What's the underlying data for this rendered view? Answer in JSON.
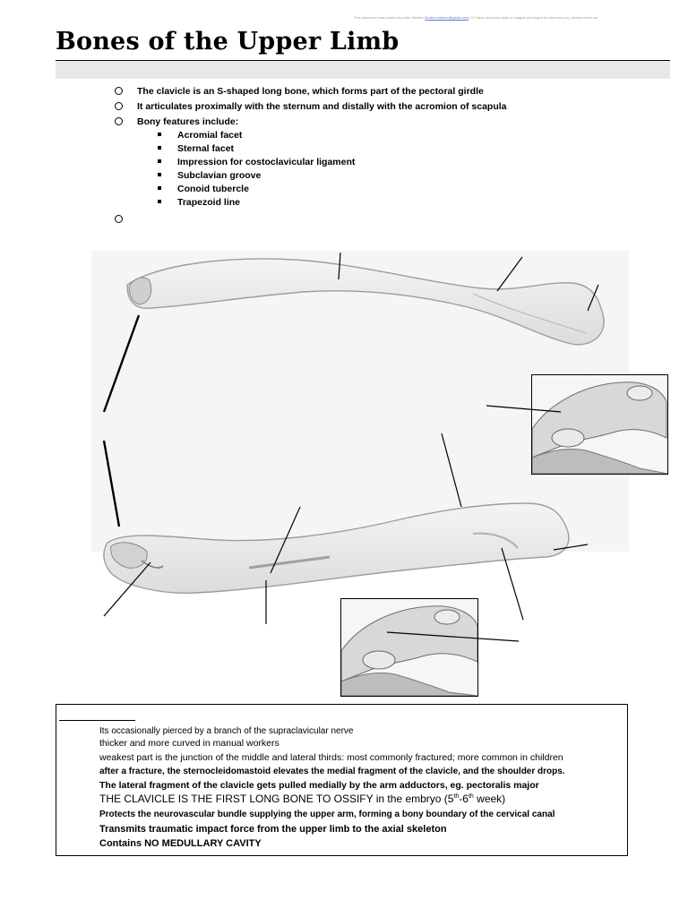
{
  "header": {
    "credit_prefix": "This document was created by Alex Yartsev (",
    "credit_email": "dr.alex.yartsev@gmail.com",
    "credit_suffix": "); if I have used your data or images and forgot to reference you, please email me.",
    "title": "Bones of the Upper Limb"
  },
  "intro": {
    "points": [
      "The clavicle is an S-shaped long bone, which forms part of the pectoral girdle",
      "It articulates proximally with the sternum and distally with the acromion of scapula",
      "Bony features include:"
    ],
    "features": [
      "Acromial facet",
      "Sternal facet",
      "Impression for costoclavicular ligament",
      "Subclavian groove",
      "Conoid tubercle",
      "Trapezoid line"
    ]
  },
  "notes": {
    "lines": [
      "Its occasionally pierced by a branch of the supraclavicular nerve",
      "thicker and more curved in manual workers",
      "weakest part is the junction of the middle and lateral thirds: most commonly fractured; more common in children",
      "after a fracture, the sternocleidomastoid elevates the medial fragment of the clavicle, and the shoulder drops.",
      "The lateral fragment of the clavicle gets pulled medially by the arm adductors, eg. pectoralis major"
    ],
    "ossify_main": "THE CLAVICLE IS THE FIRST LONG BONE TO OSSIFY",
    "ossify_rest_prefix": " in the embryo (5",
    "ossify_sup1": "th",
    "ossify_mid": "-6",
    "ossify_sup2": "th",
    "ossify_end": " week)",
    "lines_after": [
      "Protects the neurovascular bundle supplying the upper arm, forming a bony boundary of the cervical canal",
      "Transmits traumatic impact force from the upper limb to the axial skeleton",
      "Contains  NO MEDULLARY CAVITY"
    ]
  }
}
